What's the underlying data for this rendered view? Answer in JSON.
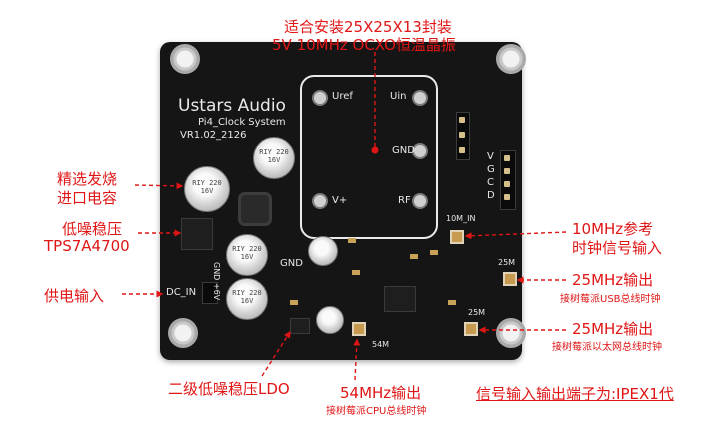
{
  "board": {
    "brand": "Ustars Audio",
    "model": "Pi4_Clock System",
    "version": "VR1.02_2126",
    "ocxo_pins": {
      "uref": "Uref",
      "uin": "Uin",
      "gnd": "GND",
      "vplus": "V+",
      "rf": "RF"
    },
    "header_labels": [
      "V",
      "G",
      "C",
      "D"
    ],
    "gnd_label": "GND",
    "dc_in": "DC_IN",
    "dc_side": "GND +6V",
    "tenmhz_in": "10M_IN",
    "port_25m_a": "25M",
    "port_25m_b": "25M",
    "port_54m": "54M",
    "cap_marks": {
      "c1": "RIY 220 16V",
      "c2": "RIY 220 16V",
      "c3": "RIY 220 16V",
      "c4": "RIY 220 16V"
    }
  },
  "annotations": {
    "ocxo_line1": "适合安装25X25X13封装",
    "ocxo_line2": "5V 10MHz OCXO恒温晶振",
    "caps_line1": "精选发烧",
    "caps_line2": "进口电容",
    "ldo_line1": "低噪稳压",
    "ldo_line2": "TPS7A4700",
    "power_in": "供电输入",
    "second_ldo": "二级低噪稳压LDO",
    "ref_line1": "10MHz参考",
    "ref_line2": "时钟信号输入",
    "out25a_line1": "25MHz输出",
    "out25a_line2": "接树莓派USB总线时钟",
    "out25b_line1": "25MHz输出",
    "out25b_line2": "接树莓派以太网总线时钟",
    "out54_line1": "54MHz输出",
    "out54_line2": "接树莓派CPU总线时钟",
    "connector_note": "信号输入输出端子为:IPEX1代"
  },
  "colors": {
    "annotation": "#e01515",
    "pcb": "#151515",
    "silkscreen": "#e8e8e8"
  }
}
